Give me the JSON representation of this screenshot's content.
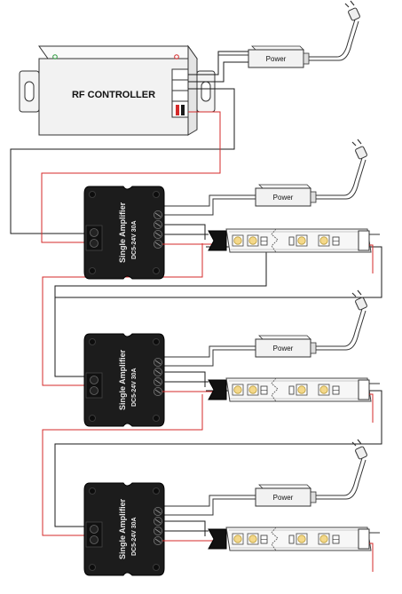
{
  "controller": {
    "title": "RF CONTROLLER"
  },
  "power_supplies": [
    {
      "label": "Power"
    },
    {
      "label": "Power"
    },
    {
      "label": "Power"
    },
    {
      "label": "Power"
    }
  ],
  "amplifiers": [
    {
      "name": "Single Amplifier",
      "rating": "DC5-24V 30A"
    },
    {
      "name": "Single Amplifier",
      "rating": "DC5-24V 30A"
    },
    {
      "name": "Single Amplifier",
      "rating": "DC5-24V 30A"
    }
  ],
  "colors": {
    "positive_wire": "#d42a2a",
    "negative_wire": "#1a1a1a",
    "amplifier_body": "#1c1c1c",
    "controller_body": "#f2f2f2"
  }
}
